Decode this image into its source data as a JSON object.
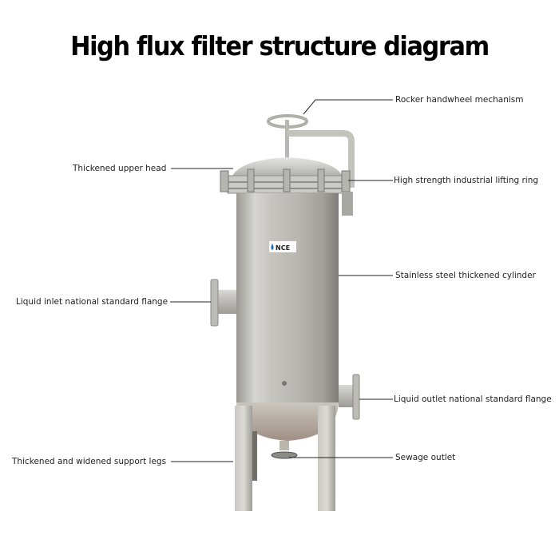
{
  "title": "High flux filter structure diagram",
  "brand_badge": "NCE",
  "labels": {
    "rocker": "Rocker handwheel mechanism",
    "upper_head": "Thickened upper head",
    "lifting_ring": "High strength industrial lifting ring",
    "cylinder": "Stainless steel thickened cylinder",
    "inlet": "Liquid inlet national standard flange",
    "outlet": "Liquid outlet national standard flange",
    "legs": "Thickened and widened support legs",
    "sewage": "Sewage outlet"
  },
  "colors": {
    "steel_light": "#d9d9d6",
    "steel_mid": "#b5b4ae",
    "steel_dark": "#8e8c86",
    "leader_line": "#222222",
    "brand_blue": "#1a6fb5"
  }
}
